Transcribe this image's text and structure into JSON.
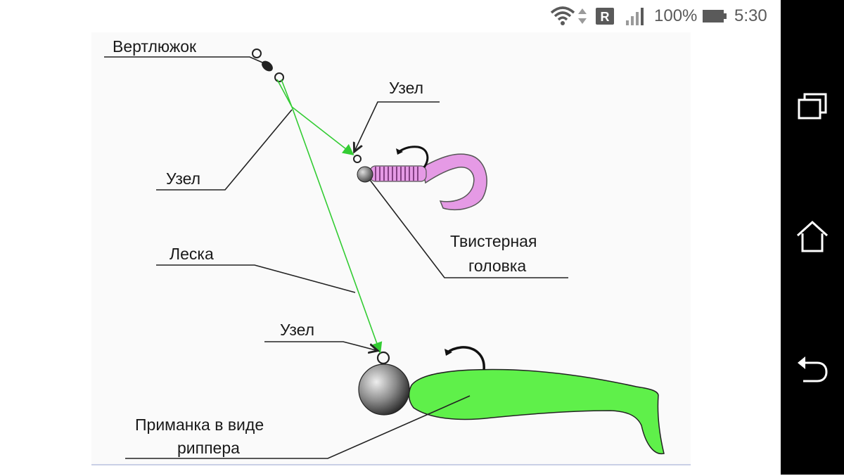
{
  "status_bar": {
    "battery_percent": "100%",
    "time": "5:30",
    "roaming_badge": "R",
    "icons": [
      "wifi-icon",
      "data-arrows-icon",
      "roaming-icon",
      "signal-icon",
      "battery-icon"
    ]
  },
  "nav_bar": {
    "buttons": [
      "recent-apps-icon",
      "home-icon",
      "back-icon"
    ]
  },
  "diagram": {
    "labels": {
      "swivel": "Вертлюжок",
      "knot_top": "Узел",
      "knot_left": "Узел",
      "line": "Леска",
      "knot_bottom": "Узел",
      "twister_head_line1": "Твистерная",
      "twister_head_line2": "головка",
      "lure_line1": "Приманка в виде",
      "lure_line2": "риппера"
    },
    "colors": {
      "fishing_line": "#33cc33",
      "twister_body": "#e59ae5",
      "ripper_body": "#5ff04a",
      "leader_lines": "#222222"
    }
  }
}
